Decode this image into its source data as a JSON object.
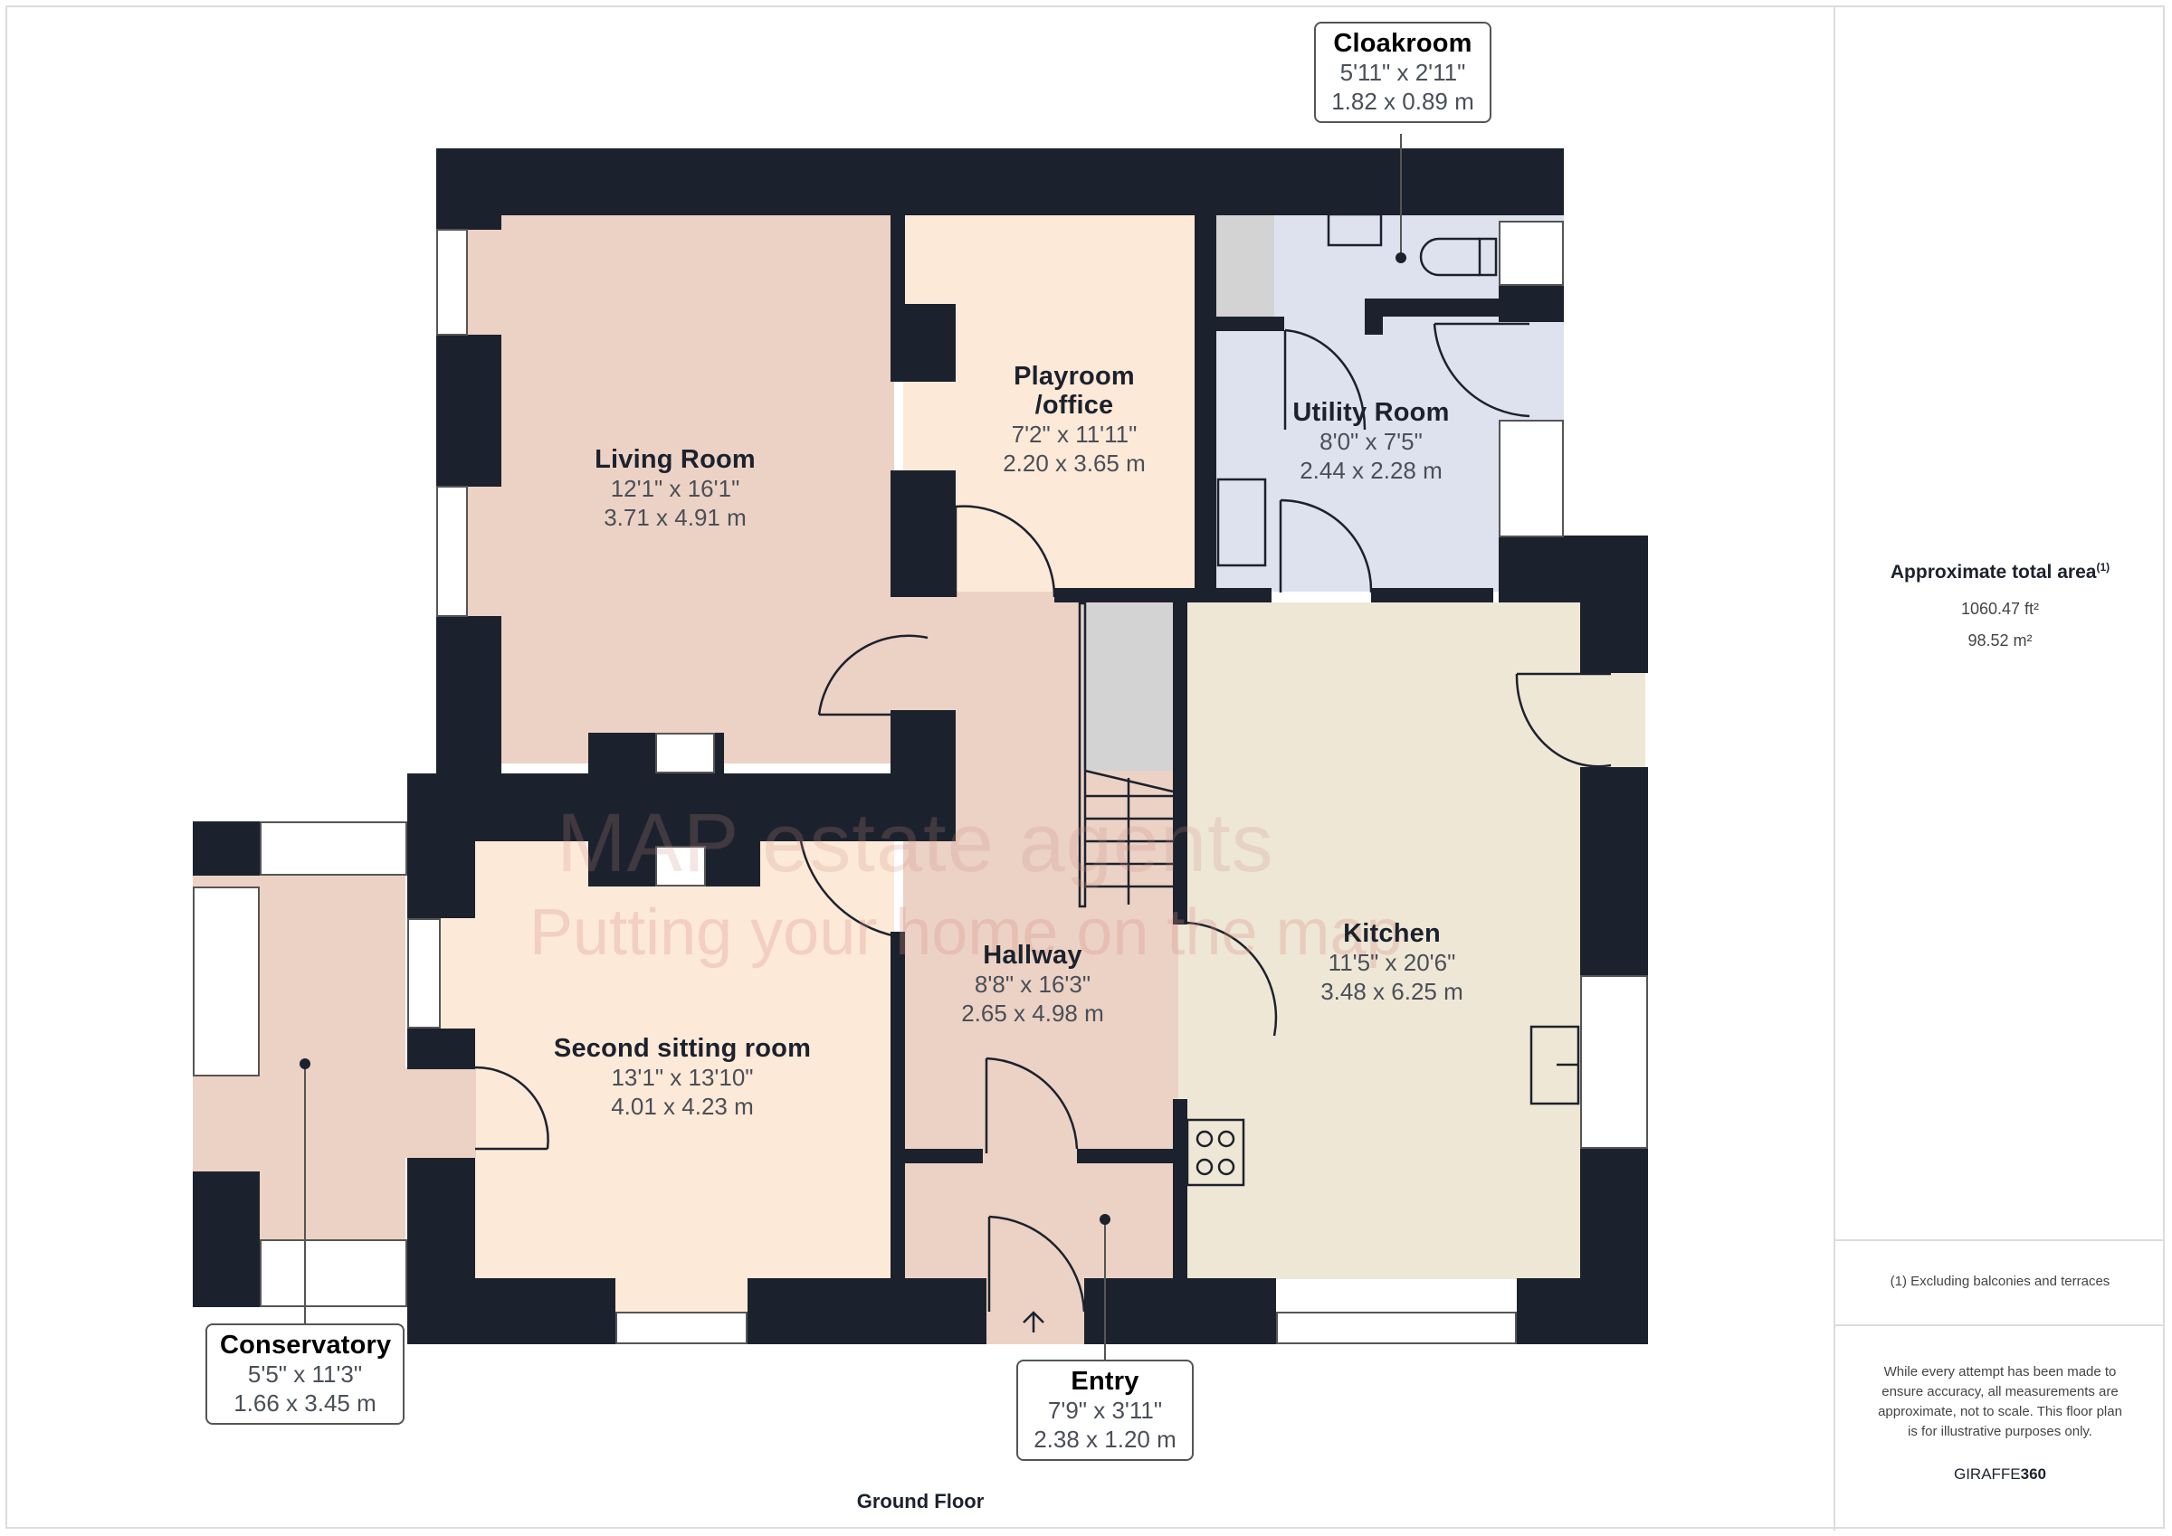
{
  "floor_title": "Ground Floor",
  "watermark": {
    "line1": "MAP estate agents",
    "line2": "Putting your home on the map"
  },
  "rooms": {
    "living_room": {
      "name": "Living Room",
      "imperial": "12'1\" x 16'1\"",
      "metric": "3.71 x 4.91 m"
    },
    "playroom": {
      "name_line1": "Playroom",
      "name_line2": "/office",
      "imperial": "7'2\" x 11'11\"",
      "metric": "2.20 x 3.65 m"
    },
    "utility_room": {
      "name": "Utility Room",
      "imperial": "8'0\" x 7'5\"",
      "metric": "2.44 x 2.28 m"
    },
    "kitchen": {
      "name": "Kitchen",
      "imperial": "11'5\" x 20'6\"",
      "metric": "3.48 x 6.25 m"
    },
    "hallway": {
      "name": "Hallway",
      "imperial": "8'8\" x 16'3\"",
      "metric": "2.65 x 4.98 m"
    },
    "second_sitting_room": {
      "name": "Second sitting room",
      "imperial": "13'1\" x 13'10\"",
      "metric": "4.01 x 4.23 m"
    },
    "cloakroom": {
      "name": "Cloakroom",
      "imperial": "5'11\" x 2'11\"",
      "metric": "1.82 x 0.89 m"
    },
    "conservatory": {
      "name": "Conservatory",
      "imperial": "5'5\" x 11'3\"",
      "metric": "1.66 x 3.45 m"
    },
    "entry": {
      "name": "Entry",
      "imperial": "7'9\" x 3'11\"",
      "metric": "2.38 x 1.20 m"
    }
  },
  "side_panel": {
    "area_title": "Approximate total area",
    "area_superscript": "(1)",
    "area_ft": "1060.47 ft²",
    "area_m": "98.52 m²",
    "footnote": "(1) Excluding balconies and terraces",
    "disclaimer": "While every attempt has been made to ensure accuracy, all measurements are approximate, not to scale. This floor plan is for illustrative purposes only.",
    "brand_light": "GIRAFFE",
    "brand_bold": "360"
  },
  "colors": {
    "wall": "#1c222d",
    "living_floor": "#ecd2c5",
    "peach_floor": "#fde9d8",
    "utility_floor": "#dde2ee",
    "kitchen_floor": "#efe7d6",
    "hall_floor": "#ecd2c5"
  }
}
